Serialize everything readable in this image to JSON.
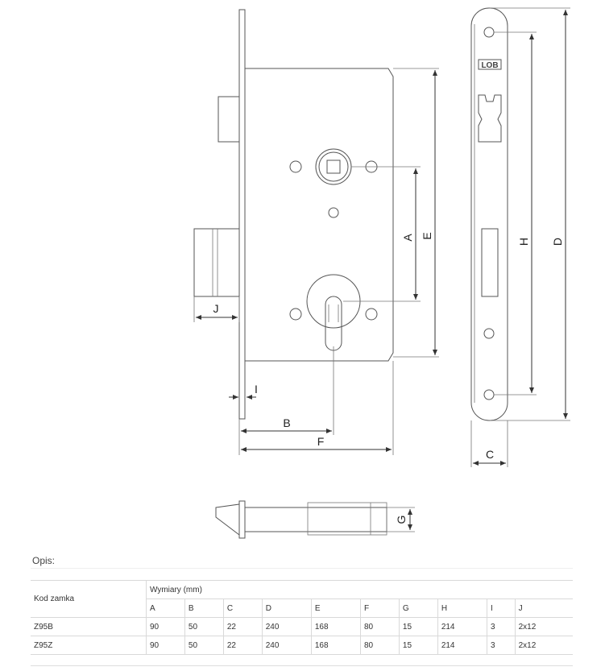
{
  "drawing": {
    "dim_labels": {
      "A": "A",
      "B": "B",
      "C": "C",
      "D": "D",
      "E": "E",
      "F": "F",
      "G": "G",
      "H": "H",
      "I": "I",
      "J": "J"
    },
    "logo_text": "LOB"
  },
  "description": {
    "label": "Opis:"
  },
  "table": {
    "code_header": "Kod zamka",
    "dimensions_header": "Wymiary (mm)",
    "columns": [
      "A",
      "B",
      "C",
      "D",
      "E",
      "F",
      "G",
      "H",
      "I",
      "J"
    ],
    "rows": [
      {
        "code": "Z95B",
        "values": [
          "90",
          "50",
          "22",
          "240",
          "168",
          "80",
          "15",
          "214",
          "3",
          "2x12"
        ]
      },
      {
        "code": "Z95Z",
        "values": [
          "90",
          "50",
          "22",
          "240",
          "168",
          "80",
          "15",
          "214",
          "3",
          "2x12"
        ]
      }
    ]
  }
}
